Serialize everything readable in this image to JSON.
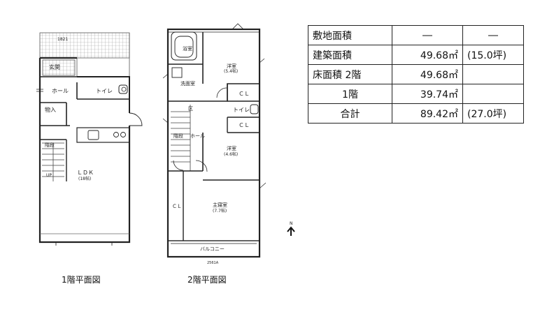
{
  "floor1": {
    "caption": "1階平面図",
    "dim_top": "1821",
    "rooms": {
      "entrance": "玄関",
      "hall": "ホール",
      "toilet": "トイレ",
      "storage": "物入",
      "stairs": "階段",
      "up": "UP",
      "ldk": "ＬＤＫ",
      "ldk_size": "(18帖)"
    }
  },
  "floor2": {
    "caption": "2階平面図",
    "rooms": {
      "bath": "浴室",
      "western1": "洋室",
      "western1_size": "(5.4帖)",
      "washroom": "洗面室",
      "closet1": "ＣＬ",
      "toilet": "トイレ",
      "closet2": "ＣＬ",
      "stairs": "階段",
      "hall": "ホール",
      "western2": "洋室",
      "western2_size": "(4.6帖)",
      "master": "主寝室",
      "master_size": "(7.7帖)",
      "closet3": "ＣＬ",
      "balcony": "バルコニー",
      "dim_bottom": "2561A",
      "box": "区"
    }
  },
  "compass": {
    "label": "N"
  },
  "area_table": {
    "rows": [
      {
        "label": "敷地面積",
        "value": "―",
        "tsubo": "―"
      },
      {
        "label": "建築面積",
        "value": "49.68㎡",
        "tsubo": "(15.0坪)"
      },
      {
        "label": "床面積 2階",
        "value": "49.68㎡",
        "tsubo": ""
      },
      {
        "label": "1階",
        "value": "39.74㎡",
        "tsubo": ""
      },
      {
        "label": "合計",
        "value": "89.42㎡",
        "tsubo": "(27.0坪)"
      }
    ]
  }
}
